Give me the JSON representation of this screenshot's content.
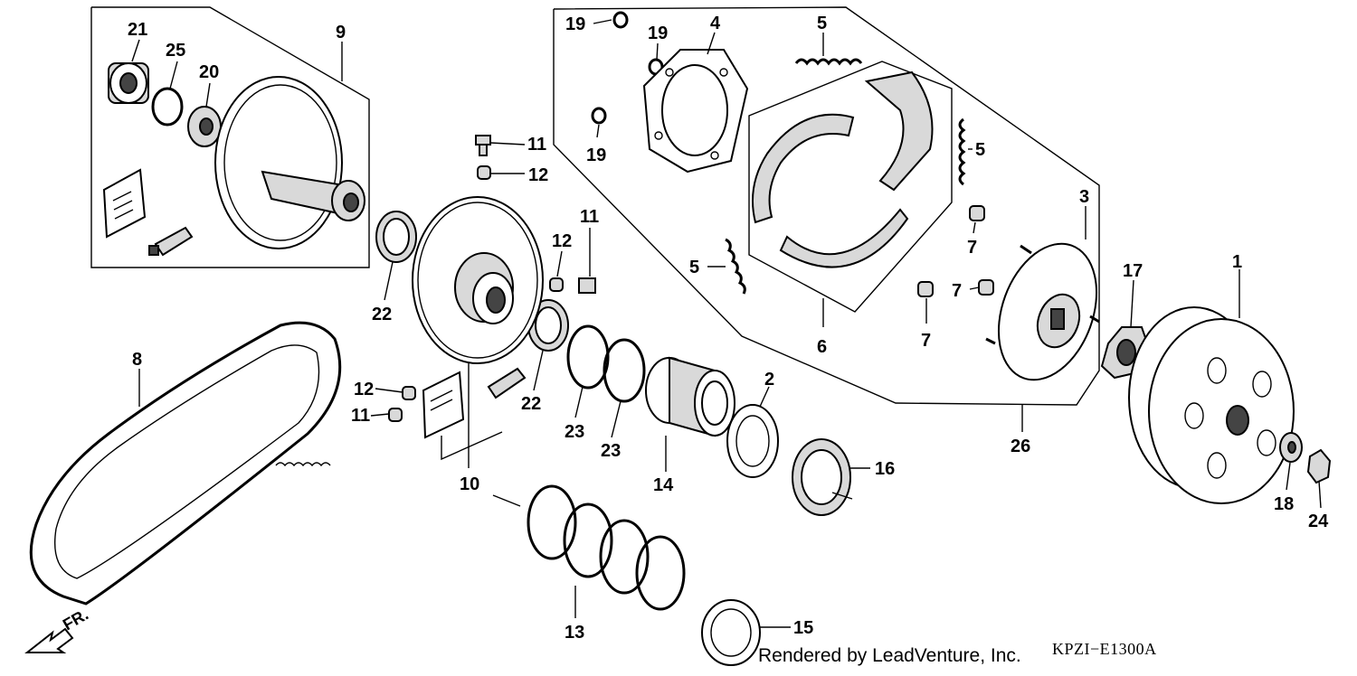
{
  "callouts": [
    "1",
    "2",
    "3",
    "4",
    "5",
    "6",
    "7",
    "8",
    "9",
    "10",
    "11",
    "12",
    "13",
    "14",
    "15",
    "16",
    "17",
    "18",
    "19",
    "20",
    "21",
    "22",
    "23",
    "24",
    "25",
    "26"
  ],
  "direction_label": "FR.",
  "credit": "Rendered by LeadVenture, Inc.",
  "diagram_code": "KPZI−E1300A"
}
